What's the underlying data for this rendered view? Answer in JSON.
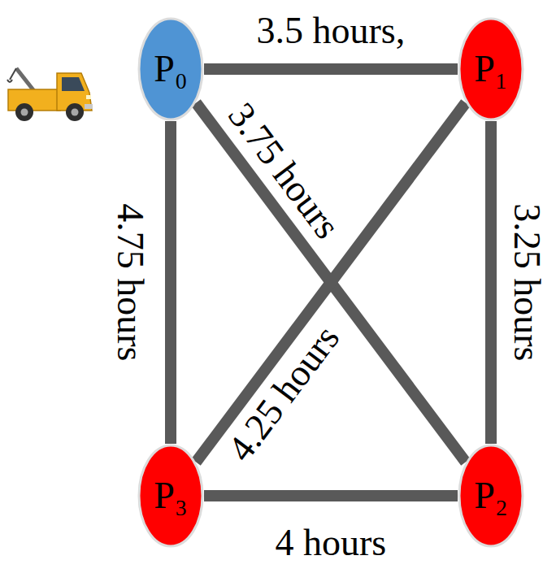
{
  "diagram": {
    "nodes": [
      {
        "text": [
          "P₀"
        ]
      },
      {
        "text": [
          "P₁"
        ]
      },
      {
        "text": [
          "P₃"
        ]
      },
      {
        "text": [
          "P₂"
        ]
      }
    ],
    "edges": [
      {
        "from": 0,
        "to": 1,
        "label": "3.5 hours,",
        "arrow": "none"
      },
      {
        "from": 1,
        "to": 3,
        "label": "3.25 hours",
        "arrow": "none"
      },
      {
        "from": 2,
        "to": 3,
        "label": "4 hours",
        "arrow": "none"
      },
      {
        "from": 0,
        "to": 2,
        "label": "4.75 hours",
        "arrow": "none"
      },
      {
        "from": 0,
        "to": 3,
        "label": "3.75 hours",
        "arrow": "none"
      },
      {
        "from": 2,
        "to": 1,
        "label": "4.25 hours",
        "arrow": "none"
      }
    ]
  }
}
